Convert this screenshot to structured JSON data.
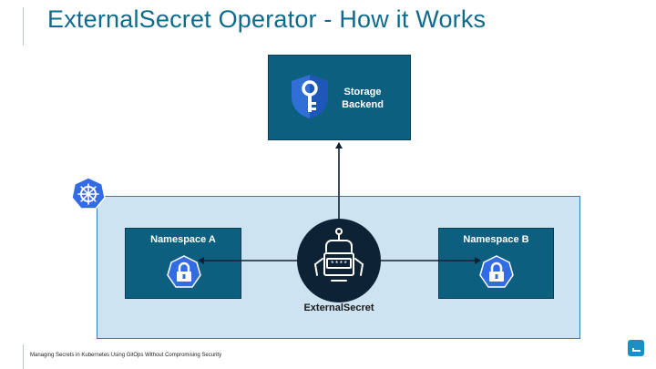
{
  "slide": {
    "title": "ExternalSecret Operator - How it Works",
    "footer": "Managing Secrets in Kubernetes Using GitOps Without Compromising Security"
  },
  "diagram": {
    "storage_backend": {
      "label": "Storage Backend",
      "icon": "key-shield-icon"
    },
    "cluster": {
      "icon": "kubernetes-helm-wheel-icon"
    },
    "namespace_a": {
      "label": "Namespace A",
      "icon": "kubernetes-secret-icon"
    },
    "namespace_b": {
      "label": "Namespace B",
      "icon": "kubernetes-secret-icon"
    },
    "operator": {
      "label": "ExternalSecret",
      "icon": "robot-secret-icon",
      "masked_text": "****"
    },
    "edges": [
      {
        "from": "operator",
        "to": "storage_backend"
      },
      {
        "from": "operator",
        "to": "namespace_a"
      },
      {
        "from": "operator",
        "to": "namespace_b"
      }
    ]
  },
  "colors": {
    "title": "#0e6b8e",
    "box_fill": "#0d5f80",
    "cluster_fill": "#cde3f1",
    "cluster_border": "#3a7ea7",
    "operator_fill": "#0e2236",
    "k8s_blue": "#326ce5",
    "shield_blue": "#2f6fd6"
  }
}
